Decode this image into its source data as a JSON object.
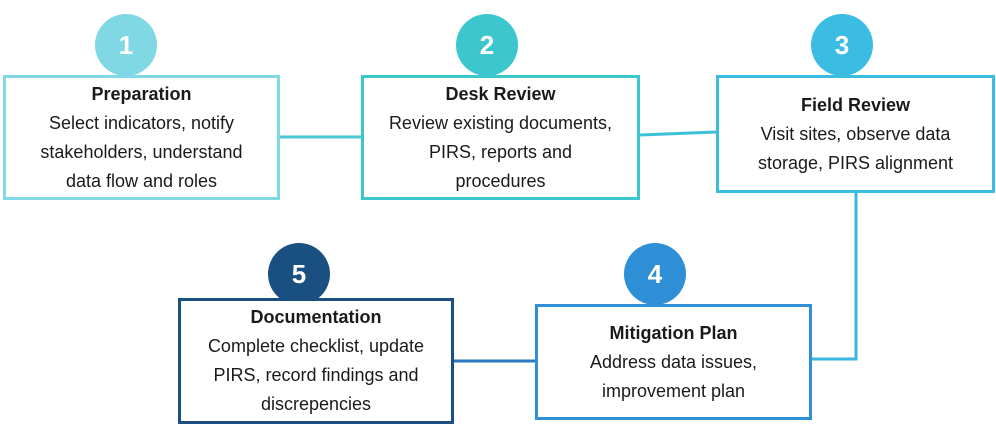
{
  "steps": [
    {
      "number": "1",
      "title": "Preparation",
      "description": "Select indicators, notify\nstakeholders, understand\ndata flow and roles",
      "color": "#7fd8e3"
    },
    {
      "number": "2",
      "title": "Desk Review",
      "description": "Review existing documents,\nPIRS, reports and\nprocedures",
      "color": "#3cc7cf"
    },
    {
      "number": "3",
      "title": "Field Review",
      "description": "Visit sites, observe data\nstorage, PIRS alignment",
      "color": "#3bbce2"
    },
    {
      "number": "4",
      "title": "Mitigation Plan",
      "description": "Address data issues,\nimprovement plan",
      "color": "#2e8fd6"
    },
    {
      "number": "5",
      "title": "Documentation",
      "description": "Complete checklist, update\nPIRS, record findings and\ndiscrepencies",
      "color": "#1a4f82"
    }
  ]
}
